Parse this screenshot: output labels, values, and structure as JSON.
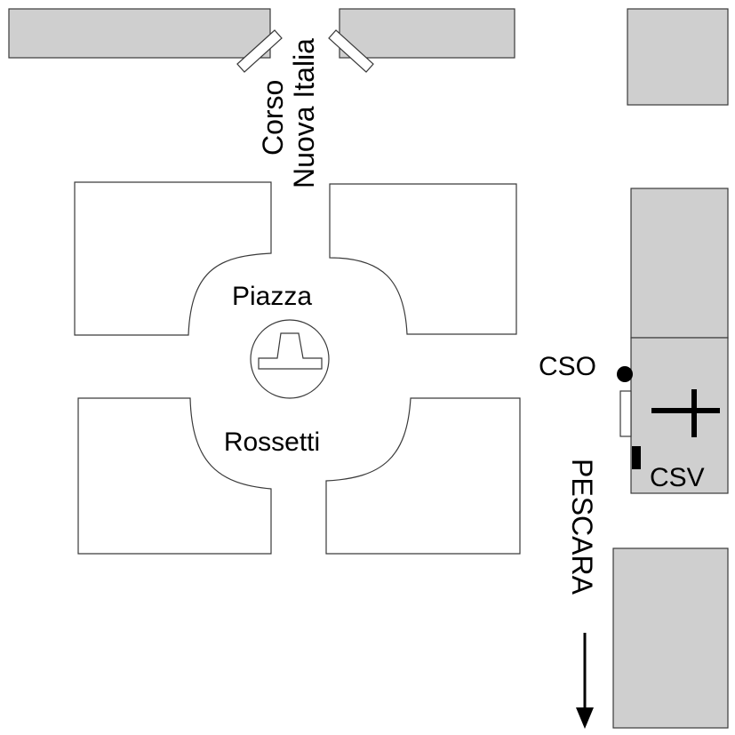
{
  "map": {
    "street_label_line1": "Corso",
    "street_label_line2": "Nuova Italia",
    "square_label_top": "Piazza",
    "square_label_bottom": "Rossetti",
    "marker_cso": "CSO",
    "marker_csv": "CSV",
    "direction_label": "PESCARA"
  },
  "colors": {
    "building_fill": "#cfcfcf",
    "outline": "#3a3a3a",
    "marker": "#000000",
    "background": "#ffffff"
  },
  "icons": {
    "cso_marker": "filled-circle",
    "csv_marker": "filled-rectangle",
    "church": "cross-icon",
    "direction": "arrow-down-icon",
    "monument": "monument-icon"
  }
}
